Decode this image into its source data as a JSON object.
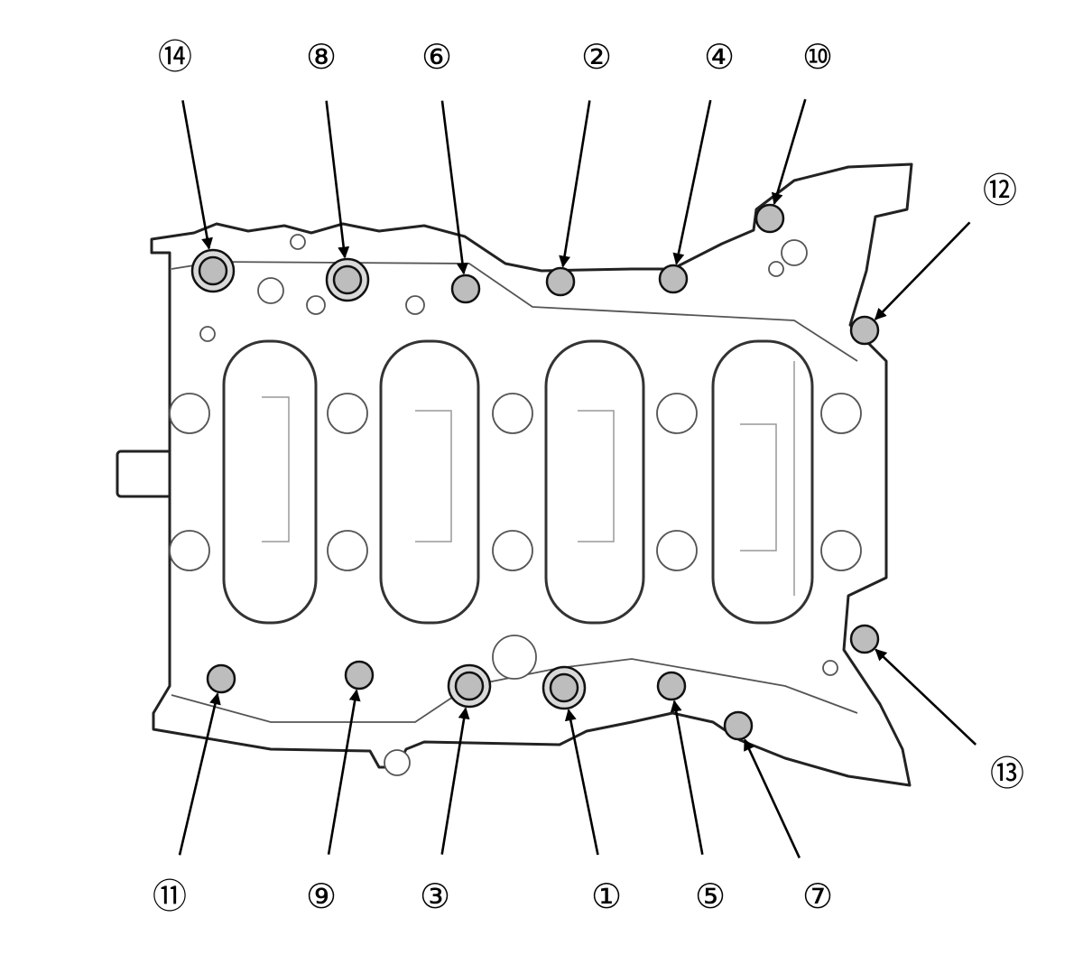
{
  "bolts": [
    {
      "label": "①"
    },
    {
      "label": "②"
    },
    {
      "label": "③"
    },
    {
      "label": "④"
    },
    {
      "label": "⑤"
    },
    {
      "label": "⑥"
    },
    {
      "label": "⑦"
    },
    {
      "label": "⑧"
    },
    {
      "label": "⑨"
    },
    {
      "label": "⑩"
    },
    {
      "label": "⑪"
    },
    {
      "label": "⑫"
    },
    {
      "label": "⑬"
    },
    {
      "label": "⑭"
    }
  ]
}
